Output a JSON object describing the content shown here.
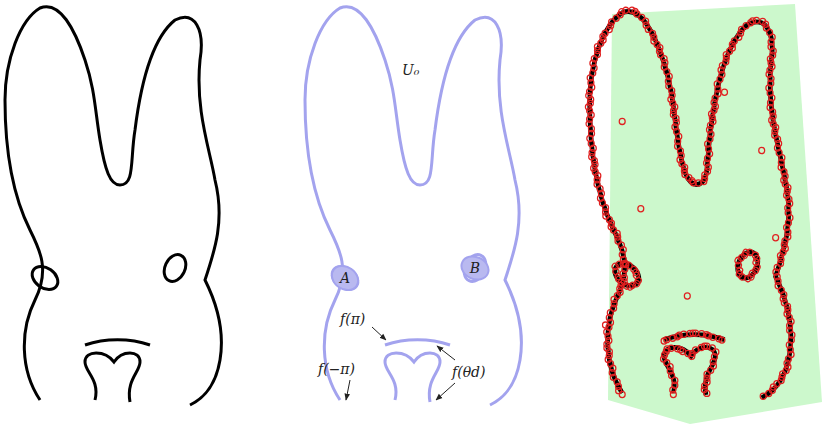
{
  "diagram": {
    "nodes": [
      {
        "text": [
          "A"
        ]
      },
      {
        "text": [
          "B"
        ]
      }
    ],
    "labels": [
      "U₀",
      "f(π)",
      "f(−π)",
      "f(θd)"
    ]
  }
}
